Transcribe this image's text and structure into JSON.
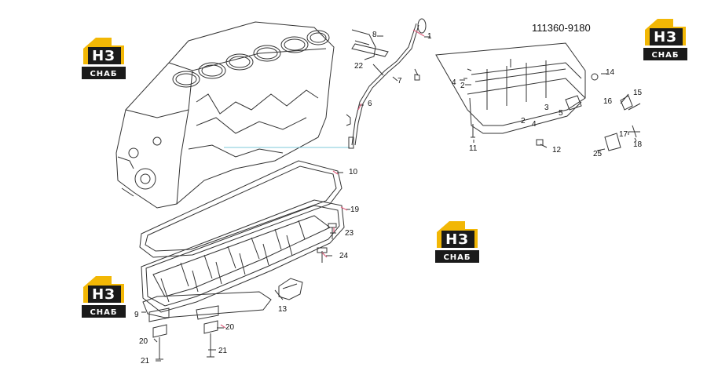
{
  "diagram": {
    "part_number": "111360-9180",
    "callouts": [
      {
        "id": "c1",
        "text": "1"
      },
      {
        "id": "c2a",
        "text": "2"
      },
      {
        "id": "c2b",
        "text": "2"
      },
      {
        "id": "c3",
        "text": "3"
      },
      {
        "id": "c4a",
        "text": "4"
      },
      {
        "id": "c4b",
        "text": "4"
      },
      {
        "id": "c5",
        "text": "5"
      },
      {
        "id": "c6",
        "text": "6"
      },
      {
        "id": "c7",
        "text": "7"
      },
      {
        "id": "c8",
        "text": "8"
      },
      {
        "id": "c9",
        "text": "9"
      },
      {
        "id": "c10",
        "text": "10"
      },
      {
        "id": "c11",
        "text": "11"
      },
      {
        "id": "c12",
        "text": "12"
      },
      {
        "id": "c13",
        "text": "13"
      },
      {
        "id": "c14",
        "text": "14"
      },
      {
        "id": "c15",
        "text": "15"
      },
      {
        "id": "c16",
        "text": "16"
      },
      {
        "id": "c17",
        "text": "17"
      },
      {
        "id": "c18",
        "text": "18"
      },
      {
        "id": "c19",
        "text": "19"
      },
      {
        "id": "c20a",
        "text": "20"
      },
      {
        "id": "c20b",
        "text": "20"
      },
      {
        "id": "c21a",
        "text": "21"
      },
      {
        "id": "c21b",
        "text": "21"
      },
      {
        "id": "c22",
        "text": "22"
      },
      {
        "id": "c23",
        "text": "23"
      },
      {
        "id": "c24",
        "text": "24"
      },
      {
        "id": "c25",
        "text": "25"
      }
    ]
  },
  "watermark": {
    "big": "НЗ",
    "small": "СНАБ",
    "house_color": "#f2b705",
    "text_color": "#1a1a1a"
  },
  "colors": {
    "line": "#333333",
    "accent": "#e0607e",
    "cyan": "#7ec8d8"
  }
}
